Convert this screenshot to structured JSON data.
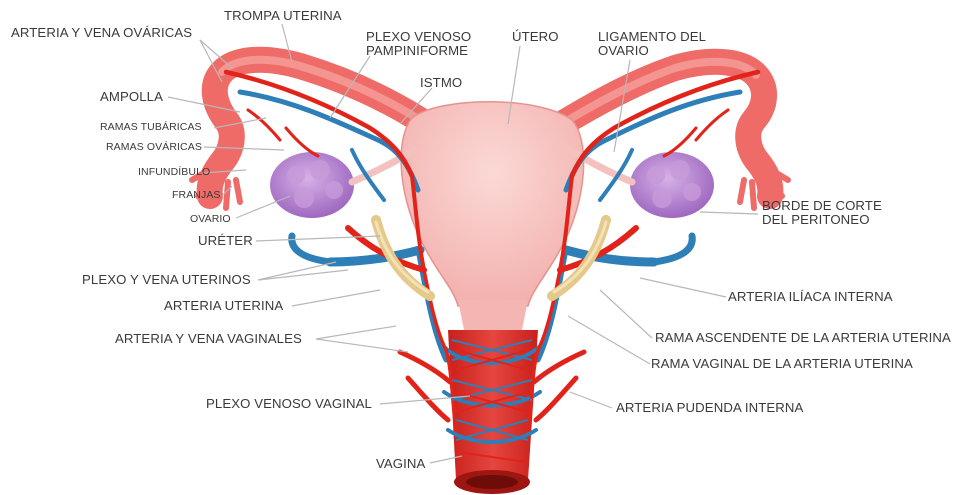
{
  "labels": {
    "arteria_vena_ovaricas": "ARTERIA Y VENA OVÁRICAS",
    "trompa_uterina": "TROMPA UTERINA",
    "plexo_venoso_pampiniforme_1": "PLEXO VENOSO",
    "plexo_venoso_pampiniforme_2": "PAMPINIFORME",
    "utero": "ÚTERO",
    "ligamento_ovario_1": "LIGAMENTO DEL",
    "ligamento_ovario_2": "OVARIO",
    "istmo": "ISTMO",
    "ampolla": "AMPOLLA",
    "ramas_tubaricas": "RAMAS TUBÁRICAS",
    "ramas_ovaricas": "RAMAS OVÁRICAS",
    "infundibulo": "INFUNDÍBULO",
    "franjas": "FRANJAS",
    "ovario": "OVARIO",
    "borde_corte_1": "BORDE DE CORTE",
    "borde_corte_2": "DEL PERITONEO",
    "ureter": "URÉTER",
    "plexo_vena_uterinos": "PLEXO Y VENA UTERINOS",
    "arteria_uterina": "ARTERIA UTERINA",
    "arteria_iliaca_interna": "ARTERIA ILÍACA INTERNA",
    "arteria_vena_vaginales": "ARTERIA Y VENA VAGINALES",
    "rama_ascendente": "RAMA ASCENDENTE DE LA ARTERIA UTERINA",
    "rama_vaginal": "RAMA VAGINAL DE LA ARTERIA UTERINA",
    "plexo_venoso_vaginal": "PLEXO VENOSO VAGINAL",
    "arteria_pudenda_interna": "ARTERIA PUDENDA INTERNA",
    "vagina": "VAGINA"
  },
  "colors": {
    "uterus": "#f6c3c0",
    "tube": "#ee6b68",
    "artery": "#e2231a",
    "vein": "#2e7fb8",
    "ovary": "#b47fd1",
    "ureter": "#e4c98a",
    "leader": "#b8b8b8",
    "text": "#3a3a3a"
  }
}
